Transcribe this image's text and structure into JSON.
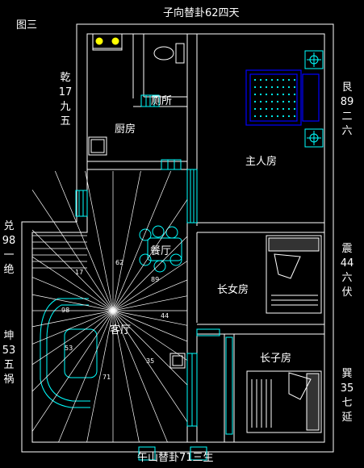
{
  "figure_label": "图三",
  "direction_labels": {
    "top": "子向替卦62四天",
    "bottom": "午山替卦71三生",
    "left_upper": "乾17九五",
    "left_middle": "兑98一绝",
    "left_lower": "坤53五祸",
    "right_upper": "艮89二六",
    "right_middle": "震44六伏",
    "right_lower": "巽35七延"
  },
  "rooms": {
    "toilet": "厕所",
    "kitchen": "厨房",
    "master_bedroom": "主人房",
    "dining": "餐厅",
    "living": "客厅",
    "eldest_daughter": "长女房",
    "eldest_son": "长子房"
  },
  "sector_numbers": {
    "n62": "62",
    "n17": "17",
    "n89": "89",
    "n98": "98",
    "n44": "44",
    "n53": "53",
    "n35": "35",
    "n71": "71"
  },
  "colors": {
    "background": "#000000",
    "wall": "#ffffff",
    "fixture": "#00ffff",
    "bed": "#0000ff",
    "star": "#ffff00",
    "text": "#ffffff"
  }
}
